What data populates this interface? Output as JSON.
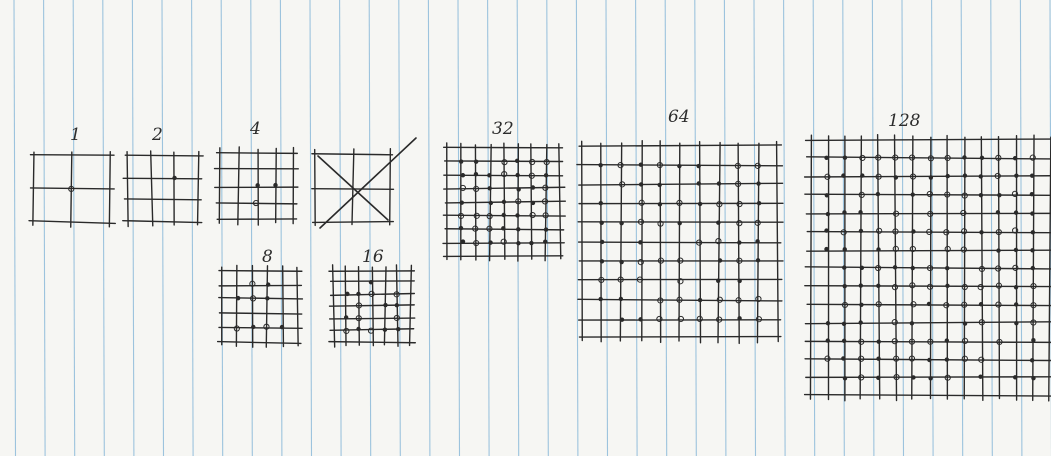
{
  "sketches": [
    {
      "id": "g1",
      "label": "1",
      "divisions": 2,
      "dots": "center"
    },
    {
      "id": "g2",
      "label": "2",
      "divisions": 3,
      "dots": "few"
    },
    {
      "id": "g4",
      "label": "4",
      "divisions": 4,
      "dots": "few"
    },
    {
      "id": "gx",
      "label": "",
      "divisions": 2,
      "crossed": true
    },
    {
      "id": "g8",
      "label": "8",
      "divisions": 5,
      "dots": "few"
    },
    {
      "id": "g16",
      "label": "16",
      "divisions": 6,
      "dots": "some"
    },
    {
      "id": "g32",
      "label": "32",
      "divisions": 8,
      "dots": "many"
    },
    {
      "id": "g64",
      "label": "64",
      "divisions": 10,
      "dots": "many"
    },
    {
      "id": "g128",
      "label": "128",
      "divisions": 14,
      "dots": "many"
    }
  ],
  "paper": {
    "rule_color": "#9cc3dd",
    "background": "#f6f6f3",
    "ink": "#2a2a2a"
  }
}
